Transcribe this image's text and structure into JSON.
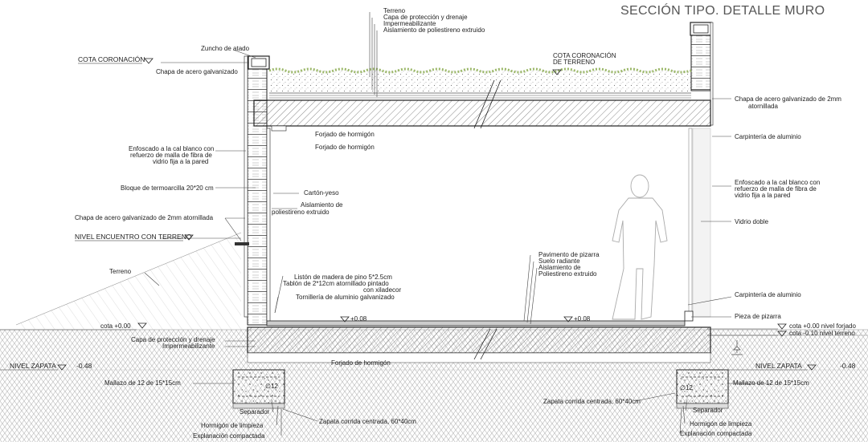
{
  "title": "SECCIÓN TIPO. DETALLE MURO",
  "labels": {
    "terreno_top": "Terreno",
    "capa_proteccion_top": "Capa de protección y drenaje",
    "impermeabilizante_top": "Impermeabilizante",
    "aislamiento_top": "Aislamiento de poliestireno extruido",
    "zuncho": "Zuncho de atado",
    "cota_coronacion": "COTA CORONACIÓN",
    "cota_coronacion_terreno_1": "COTA CORONACIÓN",
    "cota_coronacion_terreno_2": "DE TERRENO",
    "chapa_left_top": "Chapa de acero galvanizado",
    "chapa_right_1": "Chapa de acero galvanizado de 2mm",
    "chapa_right_2": "atornillada",
    "forjado_1": "Forjado de hormigón",
    "forjado_2": "Forjado de hormigón",
    "forjado_bottom": "Forjado de hormigón",
    "carpinteria_top": "Carpintería de aluminio",
    "carpinteria_bottom": "Carpintería de aluminio",
    "enfoscado_left_1": "Enfoscado a la cal blanco con",
    "enfoscado_left_2": "refuerzo de malla de fibra de",
    "enfoscado_left_3": "vidrio fija a la pared",
    "enfoscado_right_1": "Enfoscado a la cal blanco con",
    "enfoscado_right_2": "refuerzo de malla de fibra de",
    "enfoscado_right_3": "vidrio fija a la pared",
    "bloque": "Bloque de termoarcilla 20*20 cm",
    "carton_yeso": "Cartón-yeso",
    "aislamiento_mid_1": "Aislamiento de",
    "aislamiento_mid_2": "poliestireno extruido",
    "chapa_left_2mm": "Chapa de acero galvanizado de 2mm atornillada",
    "nivel_encuentro": "NIVEL ENCUENTRO CON TERRENO",
    "vidrio": "Vidrio doble",
    "terreno_left": "Terreno",
    "liston": "Listón de madera de pino 5*2.5cm",
    "tablon_1": "Tablón de 2*12cm atornillado pintado",
    "tablon_2": "con xiladecor",
    "tornilleria": "Tornillería de aluminio galvanizado",
    "pavimento": "Pavimento de pizarra",
    "suelo_radiante": "Suelo radiante",
    "aislamiento_floor_1": "Aislamiento de",
    "aislamiento_floor_2": "Poliestireno extruido",
    "pieza_pizarra": "Pieza de pizarra",
    "cota_000_left": "cota +0.00",
    "cota_008_left": "+0.08",
    "cota_008_right": "+0.08",
    "cota_000_right": "cota +0.00 nivel forjado",
    "cota_010_right": "cota -0.10 nivel terreno",
    "capa_proteccion_bottom": "Capa de protección y drenaje",
    "impermeabilizante_bottom": "Impermeabilizante",
    "nivel_zapata_left": "NIVEL ZAPATA",
    "nivel_zapata_left_val": "-0.48",
    "nivel_zapata_right": "NIVEL ZAPATA",
    "nivel_zapata_right_val": "-0.48",
    "mallazo_left": "Mallazo de  12 de 15*15cm",
    "mallazo_right": "Mallazo de  12 de 15*15cm",
    "zapata_left": "Zapata corrida centrada, 60*40cm",
    "zapata_right": "Zapata corrida centrada, 60*40cm",
    "separador_left": "Separador",
    "separador_right": "Separador",
    "hormigon_left": "Hormigón de limpieza",
    "hormigon_right": "Hormigón de limpieza",
    "explanacion_left": "Explanación compactada",
    "explanacion_right": "Explanación compactada",
    "diam_left": "∅12",
    "diam_right": "∅12"
  },
  "colors": {
    "line": "#222222",
    "hatch": "#555555",
    "ground": "#999999",
    "vegetation": "#9cb86a",
    "label": "#222222",
    "title": "#555555"
  }
}
